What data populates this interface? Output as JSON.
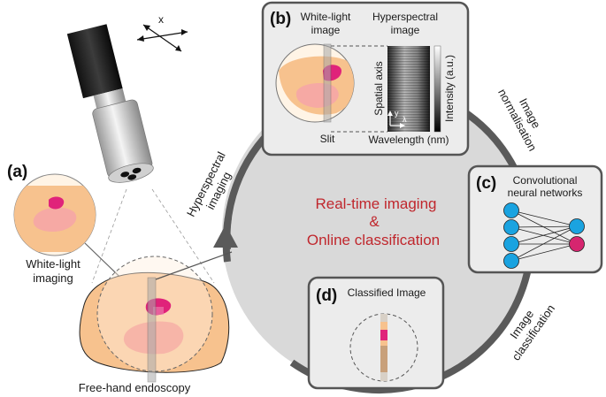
{
  "panels": {
    "a": {
      "id": "(a)",
      "caption_lines": [
        "White-light",
        "imaging"
      ],
      "bottom": "Free-hand endoscopy"
    },
    "b": {
      "id": "(b)",
      "left_title": [
        "White-light",
        "image"
      ],
      "right_title": [
        "Hyperspectral",
        "image"
      ],
      "slit": "Slit",
      "spatial_axis": "Spatial axis",
      "intensity": "Intensity (a.u.)",
      "wavelength": "Wavelength (nm)",
      "y_symbol": "y",
      "lambda_symbol": "λ"
    },
    "c": {
      "id": "(c)",
      "title": [
        "Convolutional",
        "neural networks"
      ]
    },
    "d": {
      "id": "(d)",
      "title": "Classified Image"
    }
  },
  "center": {
    "lines": [
      "Real-time imaging",
      "&",
      "Online classification"
    ]
  },
  "arc_labels": {
    "hyperspectral": [
      "Hyperspectral",
      "imaging"
    ],
    "normalisation": [
      "Image",
      "normalisation"
    ],
    "classification": [
      "Image",
      "classification"
    ]
  },
  "scope": {
    "axis_label": "x"
  },
  "colors": {
    "accent_red": "#c0272d",
    "tissue": "#f7c28e",
    "tumour": "#e0237a",
    "panel_bg": "#ececec",
    "node_blue": "#1aa3e0"
  }
}
